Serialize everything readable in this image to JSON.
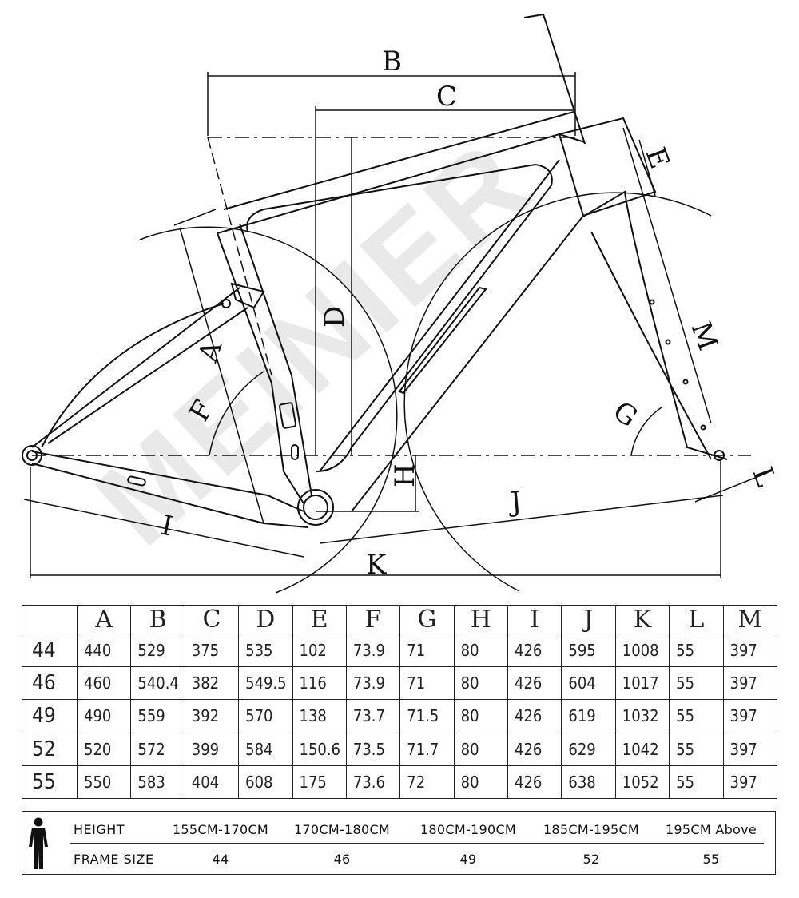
{
  "watermark": "MEINIER",
  "diagram": {
    "labels": [
      "A",
      "B",
      "C",
      "D",
      "E",
      "F",
      "G",
      "H",
      "I",
      "J",
      "K",
      "L",
      "M"
    ]
  },
  "geometry_table": {
    "columns": [
      "A",
      "B",
      "C",
      "D",
      "E",
      "F",
      "G",
      "H",
      "I",
      "J",
      "K",
      "L",
      "M"
    ],
    "rows": [
      {
        "size": "44",
        "values": [
          "440",
          "529",
          "375",
          "535",
          "102",
          "73.9",
          "71",
          "80",
          "426",
          "595",
          "1008",
          "55",
          "397"
        ]
      },
      {
        "size": "46",
        "values": [
          "460",
          "540.4",
          "382",
          "549.5",
          "116",
          "73.9",
          "71",
          "80",
          "426",
          "604",
          "1017",
          "55",
          "397"
        ]
      },
      {
        "size": "49",
        "values": [
          "490",
          "559",
          "392",
          "570",
          "138",
          "73.7",
          "71.5",
          "80",
          "426",
          "619",
          "1032",
          "55",
          "397"
        ]
      },
      {
        "size": "52",
        "values": [
          "520",
          "572",
          "399",
          "584",
          "150.6",
          "73.5",
          "71.7",
          "80",
          "426",
          "629",
          "1042",
          "55",
          "397"
        ]
      },
      {
        "size": "55",
        "values": [
          "550",
          "583",
          "404",
          "608",
          "175",
          "73.6",
          "72",
          "80",
          "426",
          "638",
          "1052",
          "55",
          "397"
        ]
      }
    ]
  },
  "fit_chart": {
    "height_label": "HEIGHT",
    "frame_size_label": "FRAME SIZE",
    "heights": [
      "155CM-170CM",
      "170CM-180CM",
      "180CM-190CM",
      "185CM-195CM",
      "195CM Above"
    ],
    "frame_sizes": [
      "44",
      "46",
      "49",
      "52",
      "55"
    ]
  }
}
